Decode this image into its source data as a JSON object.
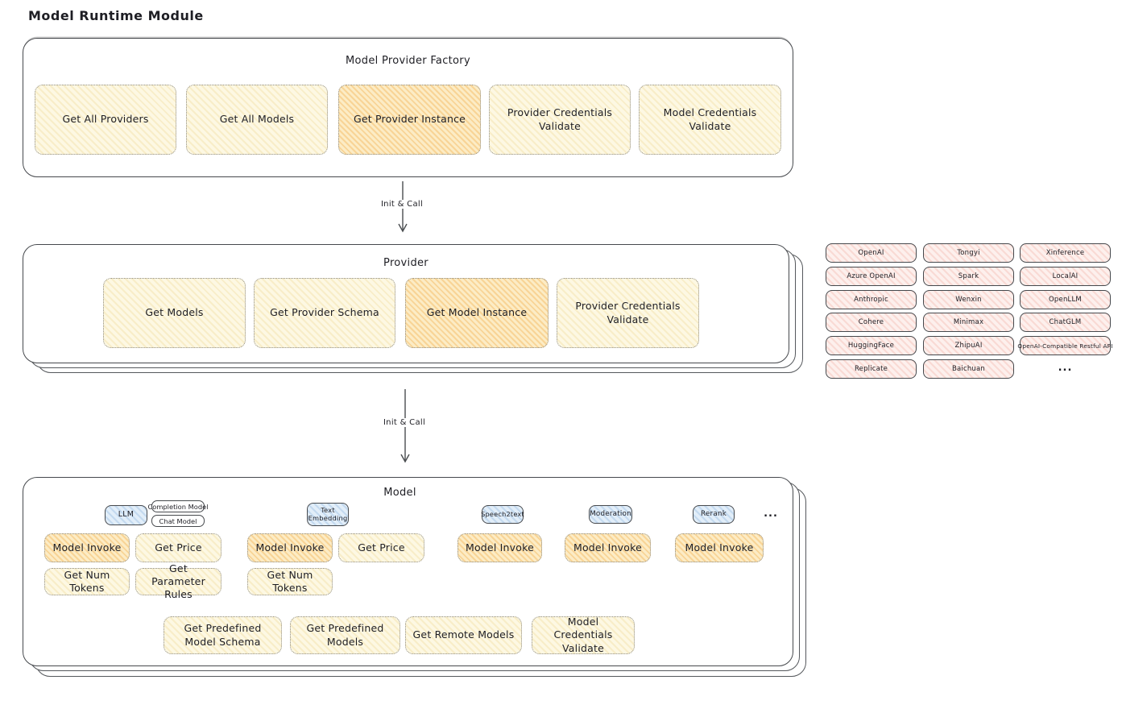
{
  "page": {
    "title": "Model Runtime Module"
  },
  "arrows": {
    "init_call_1": "Init & Call",
    "init_call_2": "Init & Call"
  },
  "colors": {
    "button_yellow": "#fdf8e3",
    "button_orange_highlight": "#fcecc5",
    "chip_pink": "#fdf0ed",
    "tab_blue": "#e2eef9",
    "stroke_dark": "#46494d"
  },
  "factory": {
    "title": "Model Provider Factory",
    "buttons": [
      {
        "label": "Get All Providers",
        "highlight": false
      },
      {
        "label": "Get All Models",
        "highlight": false
      },
      {
        "label": "Get Provider Instance",
        "highlight": true
      },
      {
        "label": "Provider Credentials Validate",
        "highlight": false
      },
      {
        "label": "Model Credentials Validate",
        "highlight": false
      }
    ]
  },
  "provider": {
    "title": "Provider",
    "buttons": [
      {
        "label": "Get Models",
        "highlight": false
      },
      {
        "label": "Get Provider Schema",
        "highlight": false
      },
      {
        "label": "Get Model Instance",
        "highlight": true
      },
      {
        "label": "Provider Credentials Validate",
        "highlight": false
      }
    ]
  },
  "providers_grid": {
    "items": [
      "OpenAI",
      "Tongyi",
      "Xinference",
      "Azure OpenAI",
      "Spark",
      "LocalAI",
      "Anthropic",
      "Wenxin",
      "OpenLLM",
      "Cohere",
      "Minimax",
      "ChatGLM",
      "HuggingFace",
      "ZhipuAI",
      "OpenAI-Compatible Restful API",
      "Replicate",
      "Baichuan"
    ],
    "more": "..."
  },
  "model": {
    "title": "Model",
    "more": "...",
    "groups": [
      {
        "tab": "LLM",
        "subtabs": [
          "Completion Model",
          "Chat Model"
        ],
        "buttons": [
          {
            "label": "Model Invoke",
            "highlight": true
          },
          {
            "label": "Get Price",
            "highlight": false
          },
          {
            "label": "Get Num Tokens",
            "highlight": false
          },
          {
            "label": "Get Parameter Rules",
            "highlight": false
          }
        ]
      },
      {
        "tab": "Text Embedding",
        "buttons": [
          {
            "label": "Model Invoke",
            "highlight": true
          },
          {
            "label": "Get Price",
            "highlight": false
          },
          {
            "label": "Get Num Tokens",
            "highlight": false
          }
        ]
      },
      {
        "tab": "Speech2text",
        "buttons": [
          {
            "label": "Model Invoke",
            "highlight": true
          }
        ]
      },
      {
        "tab": "Moderation",
        "buttons": [
          {
            "label": "Model Invoke",
            "highlight": true
          }
        ]
      },
      {
        "tab": "Rerank",
        "buttons": [
          {
            "label": "Model Invoke",
            "highlight": true
          }
        ]
      }
    ],
    "footer_buttons": [
      {
        "label": "Get Predefined Model Schema"
      },
      {
        "label": "Get Predefined Models"
      },
      {
        "label": "Get Remote Models"
      },
      {
        "label": "Model Credentials Validate"
      }
    ]
  }
}
